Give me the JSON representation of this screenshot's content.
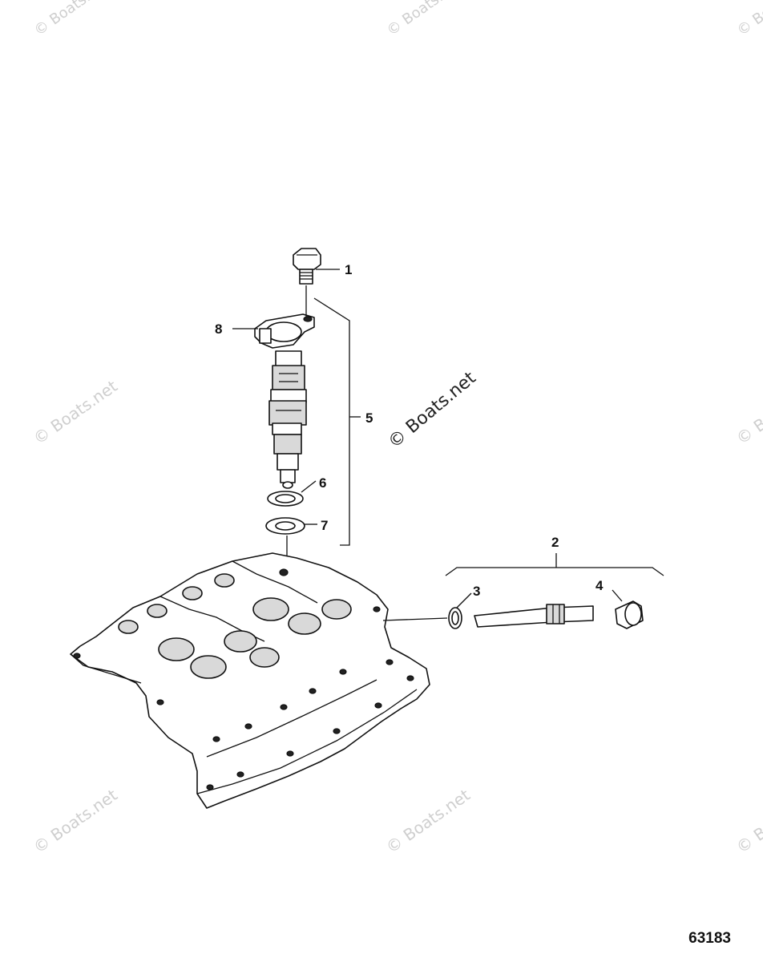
{
  "watermark": {
    "text": "© Boats.net",
    "main_text": "© Boats.net"
  },
  "figure_number": "63183",
  "callouts": {
    "c1": "1",
    "c2": "2",
    "c3": "3",
    "c4": "4",
    "c5": "5",
    "c6": "6",
    "c7": "7",
    "c8": "8"
  }
}
